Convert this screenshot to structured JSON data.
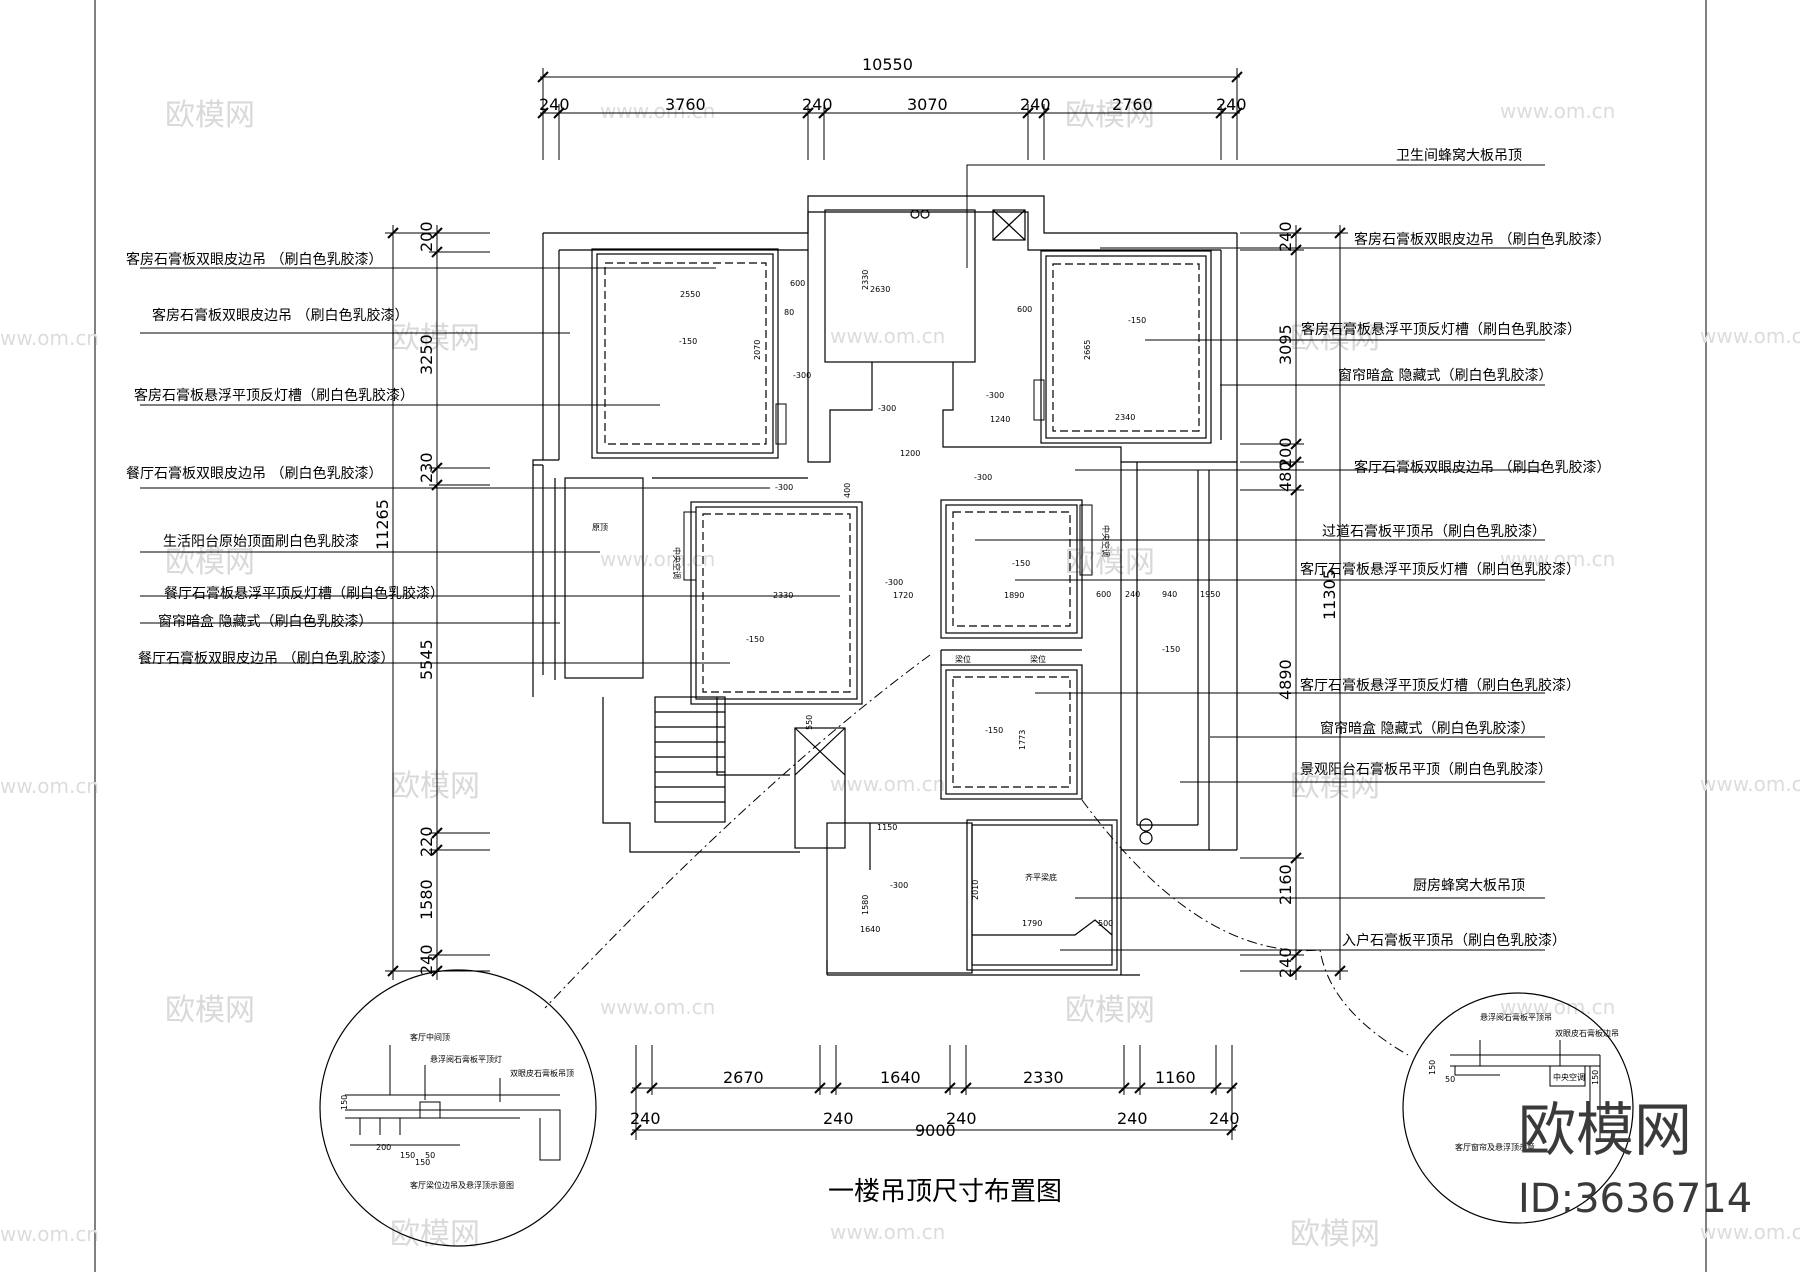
{
  "title": "一楼吊顶尺寸布置图",
  "brand": {
    "logo_text": "欧模网",
    "id_text": "ID:3636714"
  },
  "watermark": {
    "cn": "欧模网",
    "url": "www.om.cn",
    "url_partial": "ww.om.cn"
  },
  "dimensions": {
    "top_total": "10550",
    "top_segments": [
      "240",
      "3760",
      "240",
      "3070",
      "240",
      "2760",
      "240"
    ],
    "bottom_segments": [
      "2670",
      "1640",
      "2330",
      "1160"
    ],
    "bottom_walls": [
      "240",
      "240",
      "240",
      "240",
      "240"
    ],
    "bottom_total": "9000",
    "left_total": "11265",
    "left_segments": [
      "200",
      "3250",
      "230",
      "5545",
      "220",
      "1580",
      "240"
    ],
    "right_total": "11305",
    "right_segments": [
      "240",
      "3095",
      "200",
      "480",
      "4890",
      "2160",
      "240"
    ]
  },
  "left_labels": [
    "客房石膏板双眼皮边吊 （刷白色乳胶漆）",
    "客房石膏板双眼皮边吊 （刷白色乳胶漆）",
    "客房石膏板悬浮平顶反灯槽（刷白色乳胶漆）",
    "餐厅石膏板双眼皮边吊 （刷白色乳胶漆）",
    "生活阳台原始顶面刷白色乳胶漆",
    "餐厅石膏板悬浮平顶反灯槽（刷白色乳胶漆）",
    "窗帘暗盒 隐藏式（刷白色乳胶漆）",
    "餐厅石膏板双眼皮边吊 （刷白色乳胶漆）"
  ],
  "right_labels": [
    "卫生间蜂窝大板吊顶",
    "客房石膏板双眼皮边吊 （刷白色乳胶漆）",
    "客房石膏板悬浮平顶反灯槽（刷白色乳胶漆）",
    "窗帘暗盒 隐藏式（刷白色乳胶漆）",
    "客厅石膏板双眼皮边吊 （刷白色乳胶漆）",
    "过道石膏板平顶吊（刷白色乳胶漆）",
    "客厅石膏板悬浮平顶反灯槽（刷白色乳胶漆）",
    "客厅石膏板悬浮平顶反灯槽（刷白色乳胶漆）",
    "窗帘暗盒 隐藏式（刷白色乳胶漆）",
    "景观阳台石膏板吊平顶（刷白色乳胶漆）",
    "厨房蜂窝大板吊顶",
    "入户石膏板平顶吊（刷白色乳胶漆）"
  ],
  "room_marks": {
    "level_150": "-150",
    "level_300": "-300",
    "original_top": "原顶",
    "ac_center": "中央空调",
    "beam": "梁位",
    "flush_beam": "齐平梁底"
  },
  "inner_dims": [
    "2550",
    "2070",
    "600",
    "2630",
    "2330",
    "80",
    "600",
    "2665",
    "2340",
    "1240",
    "1200",
    "2330",
    "1720",
    "1890",
    "600",
    "240",
    "940",
    "1950",
    "1150",
    "2010",
    "1640",
    "1790",
    "500",
    "1580",
    "1773",
    "400",
    "550"
  ],
  "detail_left": {
    "labels": [
      "客厅中间顶",
      "悬浮阅石膏板平顶灯",
      "双眼皮石膏板吊顶",
      "客厅梁位边吊及悬浮顶示意图"
    ],
    "dims": [
      "150",
      "200",
      "150",
      "50",
      "150"
    ]
  },
  "detail_right": {
    "labels": [
      "悬浮阅石膏板平顶吊",
      "双眼皮石膏板边吊",
      "中央空调",
      "客厅窗帘及悬浮顶示意"
    ],
    "dims": [
      "150",
      "50",
      "150"
    ]
  }
}
